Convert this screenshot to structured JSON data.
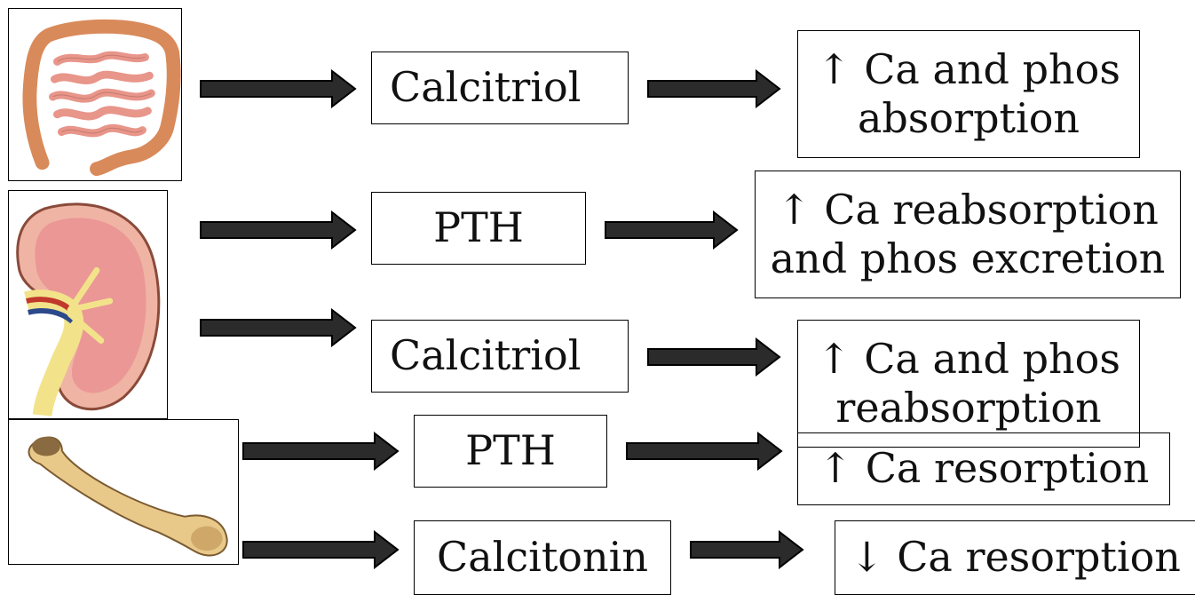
{
  "rows": [
    {
      "hormone": "Calcitriol",
      "effect_lines": [
        "↑ Ca and phos",
        "absorption"
      ]
    },
    {
      "hormone": "PTH",
      "effect_lines": [
        "↑ Ca reabsorption",
        "and phos excretion"
      ]
    },
    {
      "hormone": "Calcitriol",
      "effect_lines": [
        "↑ Ca and phos",
        "reabsorption"
      ]
    },
    {
      "hormone": "PTH",
      "effect_lines": [
        "↑ Ca resorption"
      ]
    },
    {
      "hormone": "Calcitonin",
      "effect_lines": [
        "↓ Ca resorption"
      ]
    }
  ],
  "organs": [
    {
      "name": "intestine",
      "icon": "intestine-illustration"
    },
    {
      "name": "kidney",
      "icon": "kidney-illustration"
    },
    {
      "name": "bone",
      "icon": "bone-illustration"
    }
  ],
  "colors": {
    "arrow": "#000000",
    "intestine": "#e8958a",
    "colon": "#d98a5a",
    "kidney": "#e8a08e",
    "ureter": "#f2e38a",
    "bone": "#e8c98a"
  }
}
